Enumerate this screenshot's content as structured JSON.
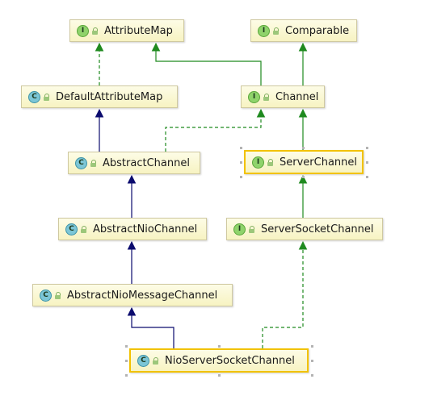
{
  "nodes": {
    "attribute_map": {
      "kind": "I",
      "label": "AttributeMap"
    },
    "comparable": {
      "kind": "I",
      "label": "Comparable"
    },
    "default_attribute_map": {
      "kind": "C",
      "label": "DefaultAttributeMap"
    },
    "channel": {
      "kind": "I",
      "label": "Channel"
    },
    "abstract_channel": {
      "kind": "C",
      "label": "AbstractChannel"
    },
    "server_channel": {
      "kind": "I",
      "label": "ServerChannel"
    },
    "abstract_nio_channel": {
      "kind": "C",
      "label": "AbstractNioChannel"
    },
    "server_socket_channel": {
      "kind": "I",
      "label": "ServerSocketChannel"
    },
    "abstract_nio_message_channel": {
      "kind": "C",
      "label": "AbstractNioMessageChannel"
    },
    "nio_server_socket_channel": {
      "kind": "C",
      "label": "NioServerSocketChannel"
    }
  },
  "colors": {
    "implements_edge": "#1f8a1f",
    "extends_edge": "#0b0b6e",
    "selection_border": "#f2c200",
    "interface_badge": "#8fd36b",
    "class_badge": "#7cc6d6"
  }
}
